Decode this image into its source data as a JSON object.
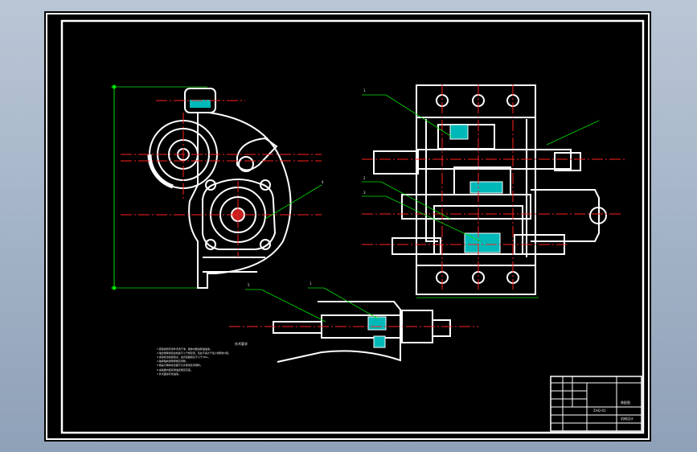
{
  "drawing": {
    "callouts": [
      "1",
      "2",
      "3",
      "4",
      "5"
    ],
    "technical_requirements_title": "技术要求",
    "technical_requirements": [
      "1.装配前所有零件清洗干净，箱体内壁涂耐油油漆。",
      "2.啮合侧隙用铅丝检验不小于规定值，铅丝不得大于最小侧隙的4倍。",
      "3.用涂色法检验斑点，齿高接触斑点不小于40%。",
      "4.轴承轴向游隙按规定调整。",
      "5.箱盖与箱体接合面不允许使用任何填料。",
      "6.减速器内装润滑油至规定高度。",
      "7.外表面涂灰色油漆。"
    ],
    "title_block": {
      "drawing_name": "装配图",
      "drawing_number": "ZHQ-01",
      "company": "机械设计"
    }
  },
  "colors": {
    "background": "#000000",
    "outline": "#ffffff",
    "center_line": "#ff2020",
    "hatch": "#00d8d8",
    "leader": "#00e000",
    "part_fill": "#4a4a4a"
  }
}
